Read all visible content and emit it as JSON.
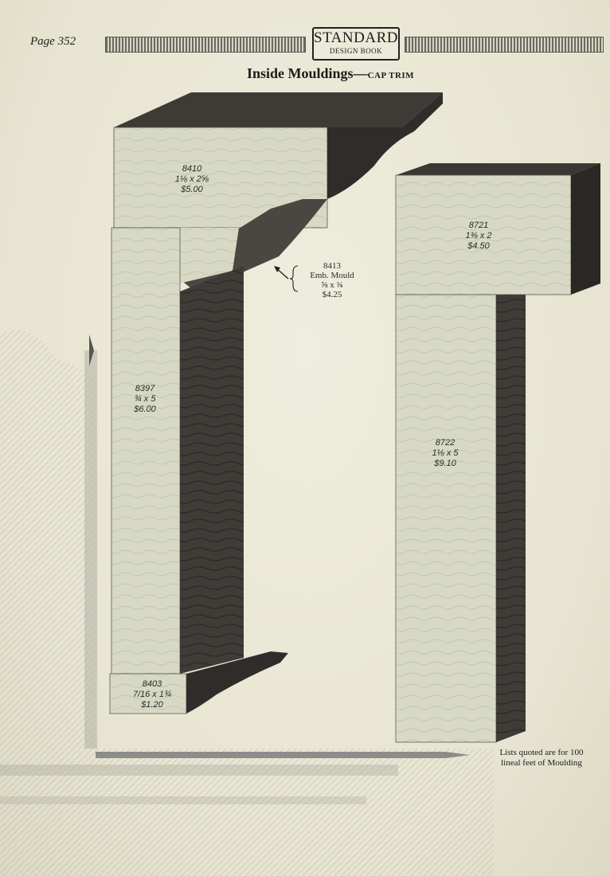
{
  "header": {
    "page_label": "Page 352",
    "brand_main": "STANDARD",
    "brand_sub": "DESIGN BOOK",
    "title": "Inside Mouldings",
    "title_dash": "—",
    "subtitle": "CAP TRIM"
  },
  "mouldings": [
    {
      "id": "8410",
      "size": "1⅛ x 2⅝",
      "price": "$5.00"
    },
    {
      "id": "8413",
      "name": "Emb. Mould",
      "size": "⅝ x ¾",
      "price": "$4.25"
    },
    {
      "id": "8397",
      "size": "¾ x 5",
      "price": "$6.00"
    },
    {
      "id": "8403",
      "size": "7/16 x 1¾",
      "price": "$1.20"
    },
    {
      "id": "8721",
      "size": "1⅜ x 2",
      "price": "$4.50"
    },
    {
      "id": "8722",
      "size": "1⅛ x 5",
      "price": "$9.10"
    }
  ],
  "footnote": {
    "line1": "Lists quoted are for 100",
    "line2": "lineal feet of Moulding"
  }
}
